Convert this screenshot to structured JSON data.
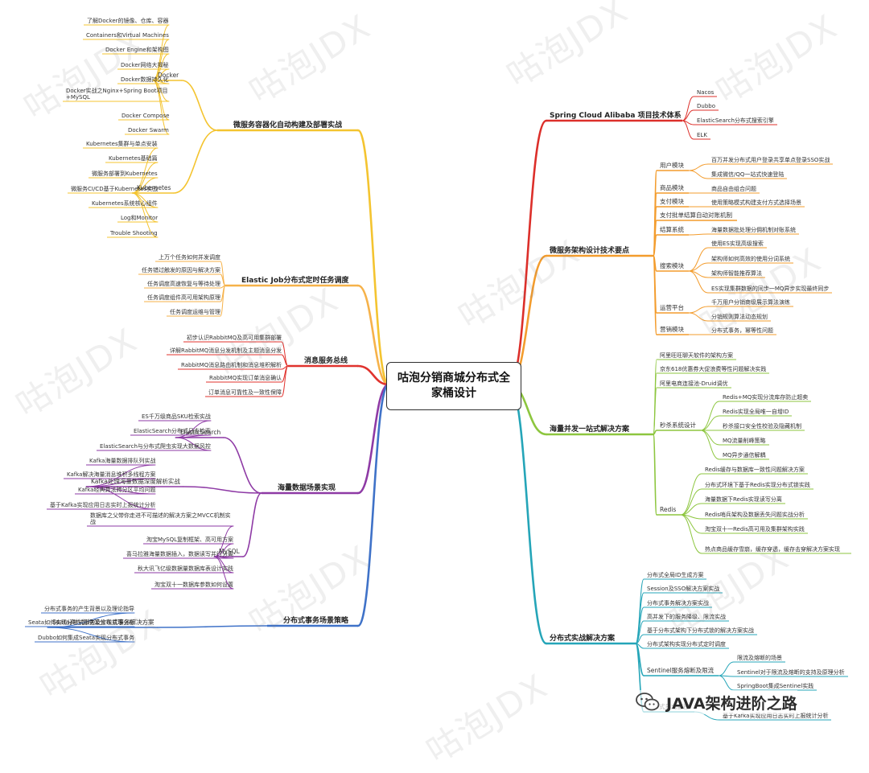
{
  "center_title": "咕泡分销商城分布式全家桶设计",
  "watermarks": [
    "咕泡JDX",
    "咕泡JDX",
    "咕泡JDX",
    "咕泡JDX",
    "咕泡JDX",
    "咕泡JDX",
    "咕泡JDX",
    "咕泡JDX",
    "咕泡JDX",
    "咕泡JDX",
    "咕泡JDX",
    "咕泡JDX"
  ],
  "brand_text": "JAVA架构进阶之路",
  "colors": {
    "docker": "#f4c430",
    "elastic_job": "#f6b24a",
    "mq": "#e0332e",
    "data": "#8e3aa5",
    "tx": "#3f72c8",
    "spring": "#dc2f2a",
    "arch": "#f39c2d",
    "concurrency": "#8dc63f",
    "distributed": "#25a5b8"
  },
  "left": [
    {
      "title": "微服务容器化自动构建及部署实战",
      "color": "docker",
      "subs": [
        {
          "title": "Docker",
          "leaves": [
            "了解Docker的镜像、仓库、容器",
            "Containers和Virtual Machines",
            "Docker Engine和架构图",
            "Docker网络大揭秘",
            "Docker数据持久化",
            "Docker实战之Nginx+Spring Boot项目+MySQL",
            "Docker Compose",
            "Docker Swarm"
          ]
        },
        {
          "title": "Kubernetes",
          "leaves": [
            "Kubernetes集群与单点安装",
            "Kubernetes基础篇",
            "微服务部署到Kubernetes",
            "微服务CI/CD基于Kubernetes实战",
            "Kubernetes系统核心组件",
            "Log和Monitor",
            "Trouble Shooting"
          ]
        }
      ]
    },
    {
      "title": "Elastic Job分布式定时任务调度",
      "color": "elastic_job",
      "leaves": [
        "上万个任务如何并发调度",
        "任务错过触发的原因与解决方案",
        "任务调度高速恢复与等待处理",
        "任务调度组件高可用架构原理",
        "任务调度运维与管理"
      ]
    },
    {
      "title": "消息服务总线",
      "color": "mq",
      "leaves": [
        "初步认识RabbitMQ及高可用集群部署",
        "详解RabbitMQ消息分发机制及主题消息分发",
        "RabbitMQ消息路由机制和消息堆积解析",
        "RabbitMQ实现订单消息确认",
        "订单消息可靠性及一致性保障"
      ]
    },
    {
      "title": "海量数据场景实现",
      "color": "data",
      "subs": [
        {
          "title": "ElasticSearch",
          "leaves": [
            "ES千万级商品SKU检索实战",
            "ElasticSearch分布式日志检索",
            "ElasticSearch与分布式爬虫实现大数据风控"
          ]
        },
        {
          "title": "Kafka处理海量数据深度解析实战",
          "leaves": [
            "Kafka海量数据排队列实战",
            "Kafka解决海量消息堆积多线程方案",
            "Kafka经典算法跨分区平均问题",
            "基于Kafka实现应用日志实时上报统计分析"
          ]
        },
        {
          "title": "MySQL",
          "leaves": [
            "数据库之父带你走进不可描述的解决方案之MVCC机制实战",
            "淘宝MySQL复制框架、高可用方案",
            "喜马拉雅海量数据插入，数据读写并行分离",
            "秋大讯飞亿级数据量数据库表设计实践",
            "淘宝双十一数据库参数如何设置"
          ]
        }
      ]
    },
    {
      "title": "分布式事务场景策略",
      "color": "tx",
      "subs": [
        {
          "title": "Seata高性能框架分布式事务解决方案",
          "leaves": [
            "分布式事务的产生背景以及理论指导",
            "Seata如何实现分布式事务及实现原理分析",
            "Dubbo如何集成Seata实现分布式事务"
          ]
        }
      ]
    }
  ],
  "right": [
    {
      "title": "Spring Cloud Alibaba 项目技术体系",
      "color": "spring",
      "leaves": [
        "Nacos",
        "Dubbo",
        "ElasticSearch分布式搜索引擎",
        "ELK"
      ]
    },
    {
      "title": "微服务架构设计技术要点",
      "color": "arch",
      "subs": [
        {
          "title": "用户模块",
          "leaves": [
            "百万并发分布式用户登录共享单点登录SSO实战",
            "集成微信/QQ一站式快速登陆"
          ]
        },
        {
          "title": "商品模块",
          "leaves": [
            "商品自由组合问题"
          ]
        },
        {
          "title": "支付模块",
          "leaves": [
            "使用策略模式构建支付方式选择场景"
          ]
        },
        {
          "title": "支付批单结算自动对账机制",
          "leaves": []
        },
        {
          "title": "结算系统",
          "leaves": [
            "海量数据批处理分佣机制对账系统"
          ]
        },
        {
          "title": "搜索模块",
          "leaves": [
            "使用ES实现高级搜索",
            "架构师如何高效的使用分词系统",
            "架构师智能推荐算法",
            "ES实现集群数据的同步一MQ异步实现最终同步"
          ]
        },
        {
          "title": "运营平台",
          "leaves": [
            "千万用户分销商级展示算法演练",
            "分销规则算法动态规划"
          ]
        },
        {
          "title": "营销模块",
          "leaves": [
            "分布式事务，幂等性问题"
          ]
        }
      ]
    },
    {
      "title": "海量并发一站式解决方案",
      "color": "concurrency",
      "leaves_top": [
        "阿里旺旺聊天软件的架构方案",
        "京东618优惠券大促浪费等性问题解决实践",
        "阿里电商连接池-Druid调优"
      ],
      "subs": [
        {
          "title": "秒杀系统设计",
          "leaves": [
            "Redis+MQ实现分流库存防止超卖",
            "Redis实现全局唯一自增ID",
            "秒杀接口安全性校验及隐藏机制",
            "MQ流量削峰策略",
            "MQ异步通信解耦"
          ]
        },
        {
          "title": "Redis",
          "leaves": [
            "Redis缓存与数据库一致性问题解决方案",
            "分布式环境下基于Redis实现分布式锁实践",
            "海量数据下Redis实现读写分离",
            "Redis哨兵架构及数据丢失问题实战分析",
            "淘宝双十一Redis高可用及集群架构实践",
            "热点商品缓存雪崩，缓存穿透，缓存击穿解决方案实现"
          ]
        }
      ]
    },
    {
      "title": "分布式实战解决方案",
      "color": "distributed",
      "leaves_top": [
        "分布式全局ID生成方案",
        "Session及SSO解决方案实战",
        "分布式事务解决方案实战",
        "高并发下的服务降级、限流实战",
        "基于分布式架构下分布式锁的解决方案实战",
        "分布式架构实现分布式定时调度"
      ],
      "subs": [
        {
          "title": "Sentinel服务熔断及限流",
          "leaves": [
            "限流及熔断的场景",
            "Sentinel对于限流及熔断的支持及原理分析",
            "SpringBoot集成Sentinel实践"
          ]
        },
        {
          "title": "分布式日志监控",
          "leaves": [
            "基于Kafka实现应用日志实时上报统计分析"
          ]
        }
      ]
    }
  ]
}
